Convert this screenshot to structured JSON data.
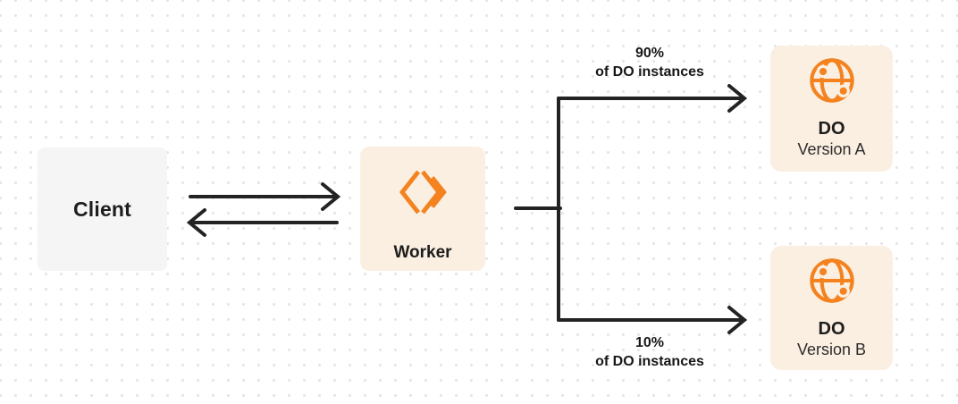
{
  "nodes": {
    "client": {
      "label": "Client"
    },
    "worker": {
      "label": "Worker"
    },
    "do_a": {
      "title": "DO",
      "subtitle": "Version A"
    },
    "do_b": {
      "title": "DO",
      "subtitle": "Version B"
    }
  },
  "edges": {
    "top_branch": {
      "percent": "90%",
      "caption": "of DO instances"
    },
    "bottom_branch": {
      "percent": "10%",
      "caption": "of DO instances"
    }
  },
  "colors": {
    "accent_orange": "#f3821f",
    "peach_box_bg": "#fbefe1",
    "gray_box_bg": "#f5f5f6",
    "line_dark": "#232323",
    "dot_grid": "#e4e4e4"
  },
  "icons": {
    "worker": "double-chevron-diamond-icon",
    "durable_object": "globe-icon"
  }
}
